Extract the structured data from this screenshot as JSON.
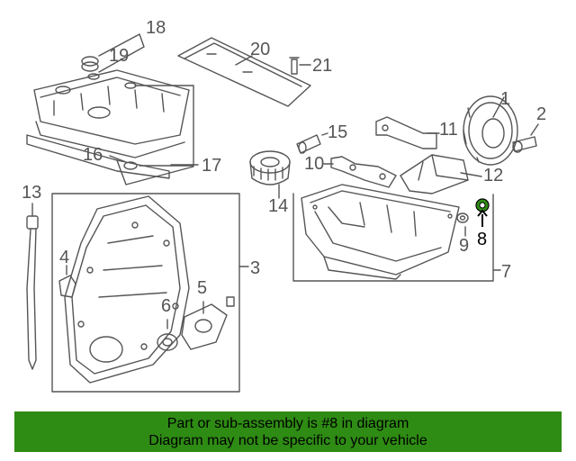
{
  "callouts": {
    "c1": "1",
    "c2": "2",
    "c3": "3",
    "c4": "4",
    "c5": "5",
    "c6": "6",
    "c7": "7",
    "c8": "8",
    "c9": "9",
    "c10": "10",
    "c11": "11",
    "c12": "12",
    "c13": "13",
    "c14": "14",
    "c15": "15",
    "c16": "16",
    "c17": "17",
    "c18": "18",
    "c19": "19",
    "c20": "20",
    "c21": "21"
  },
  "highlight_part": "8",
  "colors": {
    "line": "#555555",
    "highlight": "#2e8b14",
    "footer_bg": "#2e8b14"
  },
  "footer": {
    "line1": "Part or sub-assembly is #8 in diagram",
    "line2": "Diagram may not be specific to your vehicle"
  }
}
